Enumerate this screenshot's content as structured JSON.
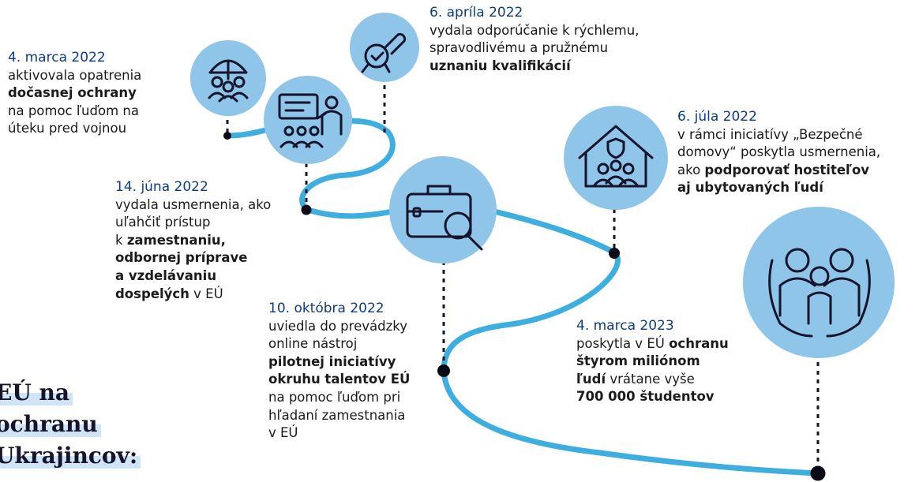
{
  "events": [
    {
      "date": "4. marca 2022",
      "lines": [
        "aktivovala opatrenia",
        "**dočasnej ochrany**",
        "na pomoc ľuďom na",
        "úteku pred vojnou"
      ],
      "icon": "umbrella-people-icon"
    },
    {
      "date": "6. apríla 2022",
      "lines": [
        "vydala odporúčanie k rýchlemu,",
        "spravodlivému a pružnému",
        "**uznaniu kvalifikácií**"
      ],
      "icon": "ribbon-badge-icon"
    },
    {
      "date": "14. júna 2022",
      "lines": [
        "vydala usmernenia, ako",
        "uľahčiť prístup",
        "k **zamestnaniu,**",
        "**odbornej príprave**",
        "**a vzdelávaniu**",
        "**dospelých** v EÚ"
      ],
      "icon": "classroom-icon"
    },
    {
      "date": "6. júla 2022",
      "lines": [
        "v rámci iniciatívy „Bezpečné",
        "domovy“ poskytla usmernenia,",
        "ako **podporovať hostiteľov**",
        "**aj ubytovaných ľudí**"
      ],
      "icon": "safe-home-icon"
    },
    {
      "date": "10. októbra 2022",
      "lines": [
        "uviedla do prevádzky",
        "online nástroj",
        "**pilotnej iniciatívy**",
        "**okruhu talentov EÚ**",
        "na pomoc ľuďom pri",
        "hľadaní zamestnania",
        "v EÚ"
      ],
      "icon": "briefcase-search-icon"
    },
    {
      "date": "4. marca 2023",
      "lines": [
        "poskytla v EÚ **ochranu**",
        "**štyrom miliónom**",
        "**ľudí**  vrátane vyše",
        "**700 000 študentov**"
      ],
      "icon": "family-hands-icon"
    }
  ],
  "title": [
    "EÚ na",
    "ochranu",
    "Ukrajincov:"
  ],
  "colors": {
    "road": "#3eaee0",
    "circle": "#8ec5e8",
    "date": "#0e3c82",
    "icon": "#14142b"
  }
}
